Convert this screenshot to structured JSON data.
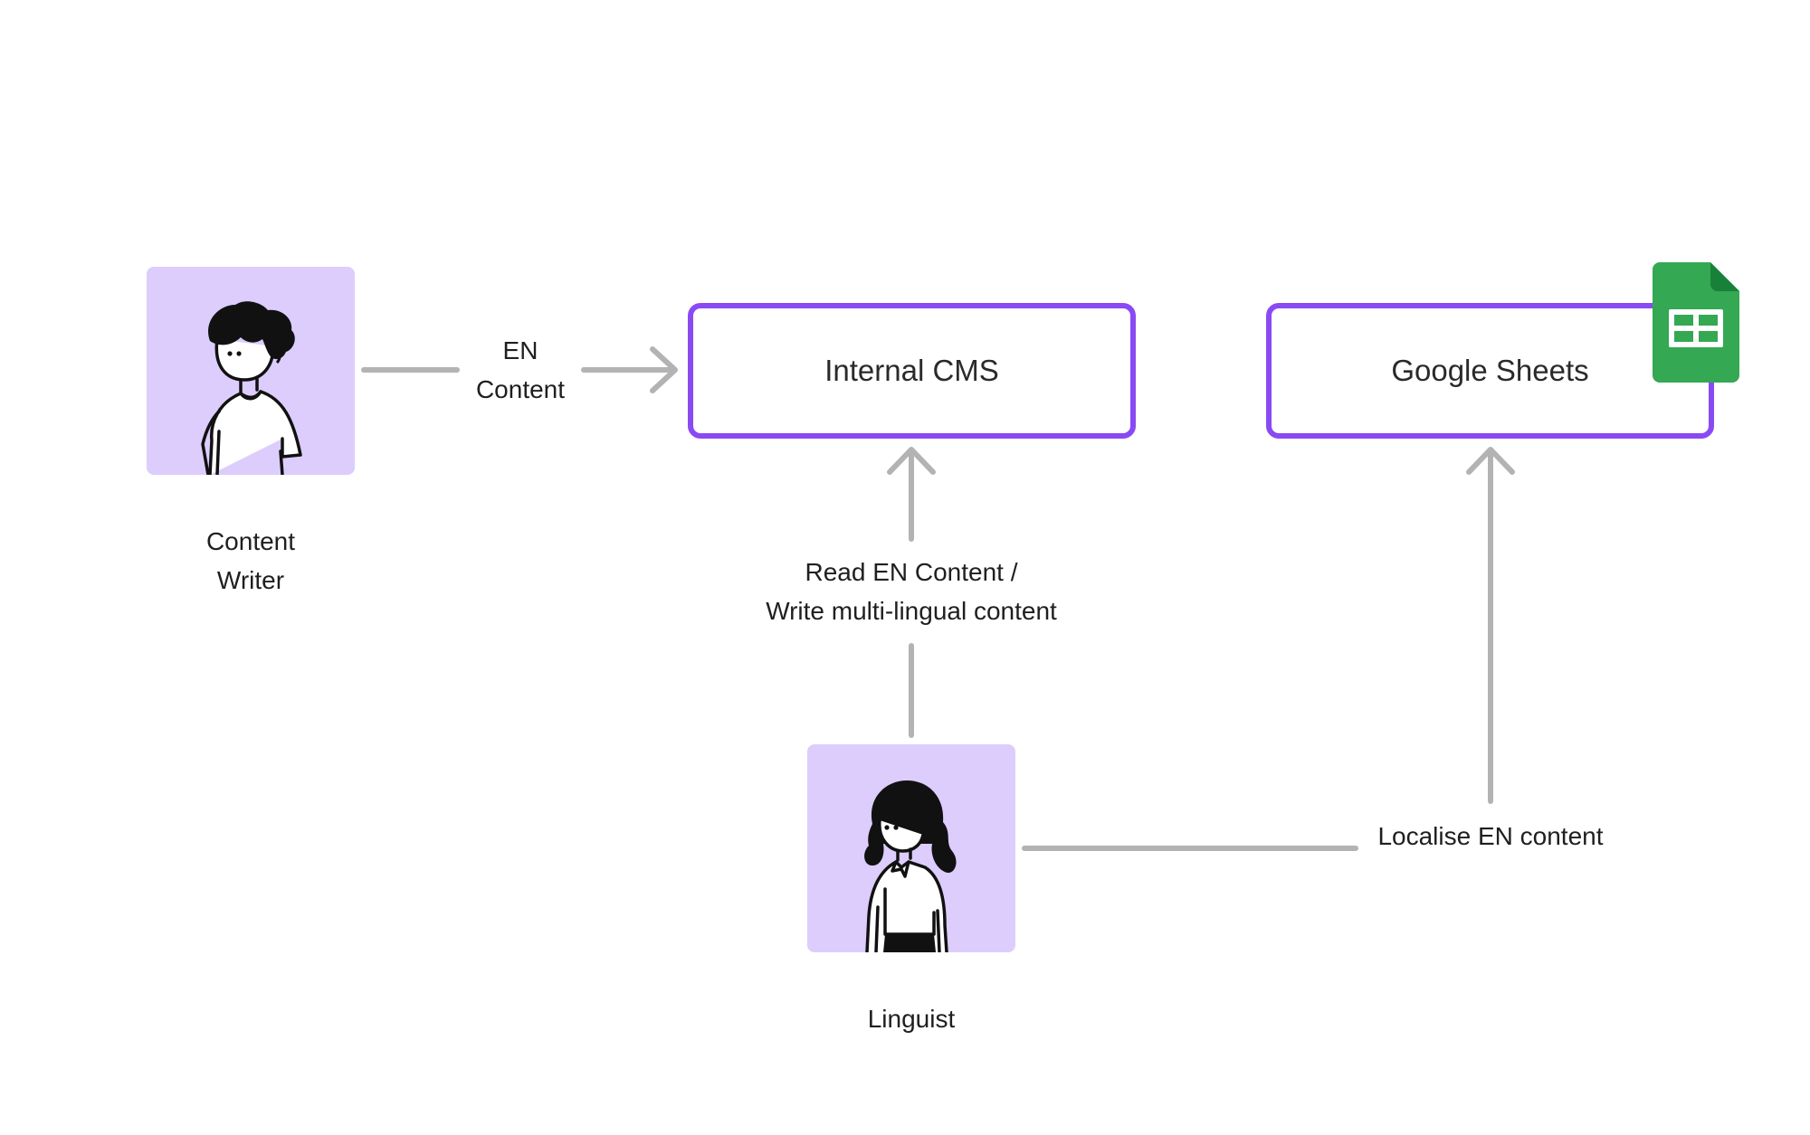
{
  "actors": {
    "content_writer": {
      "label_line1": "Content",
      "label_line2": "Writer"
    },
    "linguist": {
      "label": "Linguist"
    }
  },
  "systems": {
    "cms": {
      "title": "Internal CMS"
    },
    "sheets": {
      "title": "Google Sheets",
      "icon": "google-sheets-icon"
    }
  },
  "edges": {
    "writer_to_cms": {
      "label_line1": "EN",
      "label_line2": "Content"
    },
    "linguist_to_cms": {
      "label_line1": "Read EN Content /",
      "label_line2": "Write multi-lingual content"
    },
    "linguist_to_sheets": {
      "label": "Localise EN content"
    }
  },
  "colors": {
    "avatar_bg": "#dccdfd",
    "box_border": "#8a4af3",
    "connector": "#b3b3b3",
    "sheets_green": "#34a853"
  }
}
